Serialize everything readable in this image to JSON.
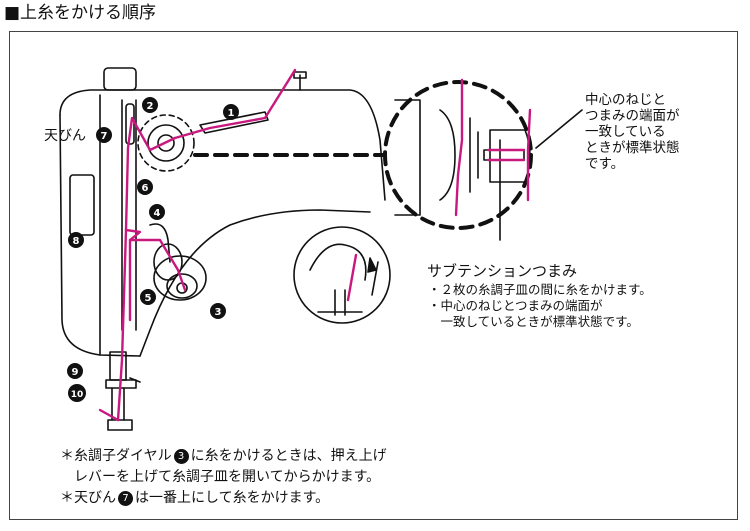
{
  "title": "■上糸をかける順序",
  "labels": {
    "tenbin": "天びん",
    "n1": "1",
    "n2": "2",
    "n3": "3",
    "n4": "4",
    "n5": "5",
    "n6": "6",
    "n7": "7",
    "n8": "8",
    "n9": "9",
    "n10": "10"
  },
  "callout": {
    "line1": "中心のねじと",
    "line2": "つまみの端面が",
    "line3": "一致している",
    "line4": "ときが標準状態",
    "line5": "です。"
  },
  "subtension": {
    "title": "サブテンションつまみ",
    "note1": "・２枚の糸調子皿の間に糸をかけます。",
    "note2": "・中心のねじとつまみの端面が",
    "note3": "　一致しているときが標準状態です。"
  },
  "notes": {
    "line1_pre": "＊糸調子ダイヤル",
    "line1_num": "3",
    "line1_post": "に糸をかけるときは、押え上げ",
    "line2": "　レバーを上げて糸調子皿を開いてからかけます。",
    "line3_pre": "＊天びん",
    "line3_num": "7",
    "line3_post": "は一番上にして糸をかけます。"
  },
  "colors": {
    "thread": "#c8197f",
    "ink": "#111111"
  }
}
